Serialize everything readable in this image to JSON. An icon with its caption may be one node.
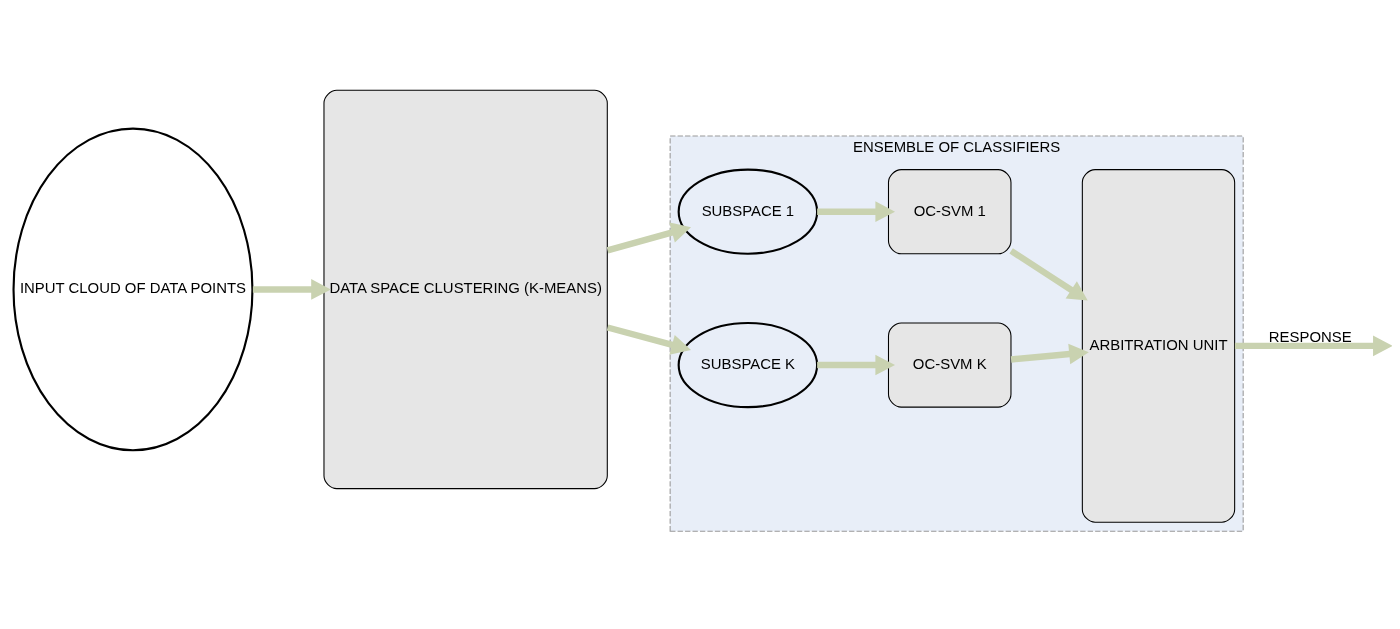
{
  "diagram": {
    "nodes": [
      {
        "text": [
          "INPUT CLOUD OF DATA POINTS"
        ]
      },
      {
        "text": [
          "DATA SPACE CLUSTERING (K-MEANS)"
        ]
      },
      {
        "text": [
          "ENSEMBLE OF CLASSIFIERS"
        ]
      },
      {
        "text": [
          "SUBSPACE 1"
        ],
        "in": 2
      },
      {
        "text": [
          "OC-SVM 1"
        ],
        "in": 2
      },
      {
        "text": [
          "SUBSPACE K"
        ],
        "in": 2
      },
      {
        "text": [
          "OC-SVM K"
        ],
        "in": 2
      },
      {
        "text": [
          "ARBITRATION UNIT"
        ],
        "in": 2
      }
    ],
    "edges": [
      {
        "from": 0,
        "to": 1,
        "arrow": "to"
      },
      {
        "from": 1,
        "to": 3,
        "arrow": "to"
      },
      {
        "from": 1,
        "to": 5,
        "arrow": "to"
      },
      {
        "from": 3,
        "to": 4,
        "arrow": "to"
      },
      {
        "from": 5,
        "to": 6,
        "arrow": "to"
      },
      {
        "from": 4,
        "to": 7,
        "arrow": "to"
      },
      {
        "from": 6,
        "to": 7,
        "arrow": "to"
      },
      {
        "from": 7,
        "to": null,
        "arrow": "to",
        "label": "RESPONSE"
      }
    ]
  }
}
